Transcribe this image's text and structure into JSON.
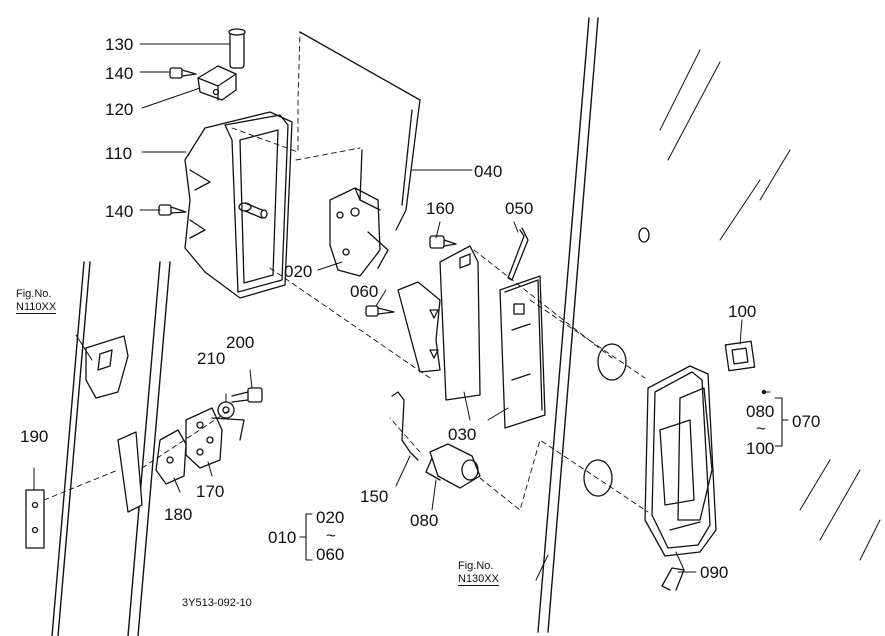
{
  "callouts": {
    "p130": "130",
    "p140a": "140",
    "p120": "120",
    "p110": "110",
    "p140b": "140",
    "p040": "040",
    "p160": "160",
    "p050": "050",
    "p020": "020",
    "p060": "060",
    "p100": "100",
    "p070": "070",
    "p080a": "080",
    "p100b": "100",
    "p210": "210",
    "p200": "200",
    "p030": "030",
    "p190": "190",
    "p170": "170",
    "p180": "180",
    "p150": "150",
    "p080": "080",
    "p090": "090",
    "p010": "010",
    "p020b": "020",
    "p060b": "060"
  },
  "range_marks": {
    "r070_tilde": "~",
    "r010_tilde": "~"
  },
  "fig_refs": {
    "left_line1": "Fig.No.",
    "left_line2": "N110XX",
    "bottom_line1": "Fig.No.",
    "bottom_line2": "N130XX"
  },
  "drawing_code": "3Y513-092-10"
}
